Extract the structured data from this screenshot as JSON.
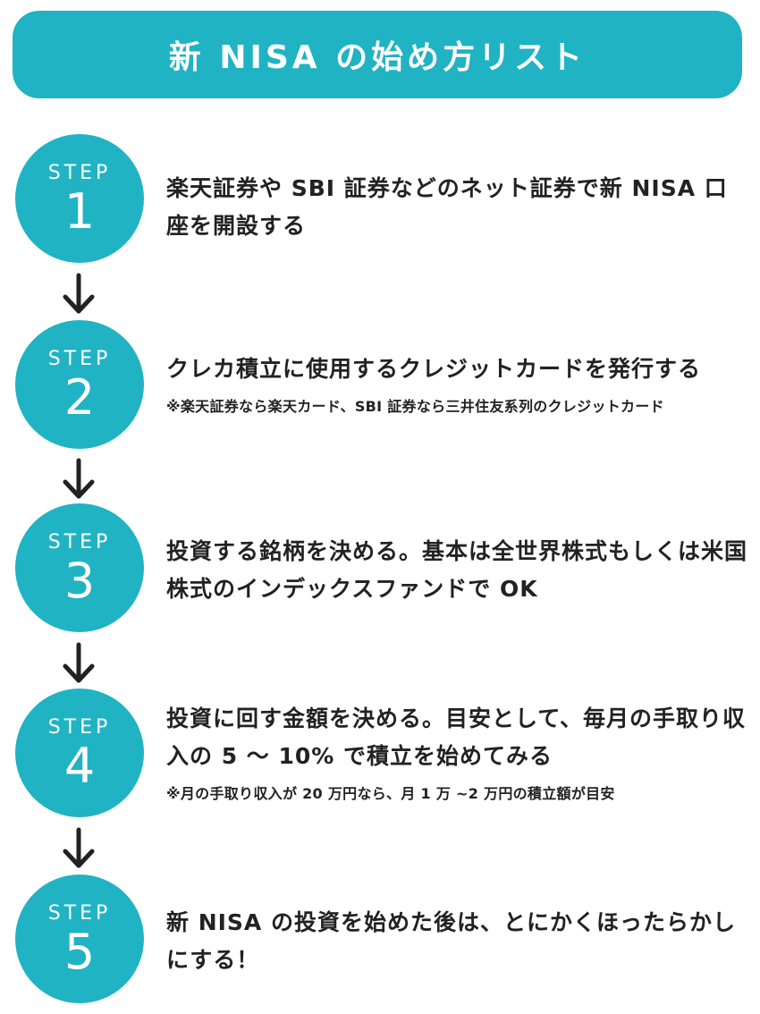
{
  "header": {
    "title": "新 NISA の始め方リスト"
  },
  "colors": {
    "accent": "#20b3c3",
    "text": "#222222",
    "arrow": "#222222"
  },
  "steps": [
    {
      "label": "STEP",
      "number": "1",
      "text": "楽天証券や SBI 証券などのネット証券で新 NISA 口座を開設する",
      "note": ""
    },
    {
      "label": "STEP",
      "number": "2",
      "text": "クレカ積立に使用するクレジットカードを発行する",
      "note": "※楽天証券なら楽天カード、SBI 証券なら三井住友系列のクレジットカード"
    },
    {
      "label": "STEP",
      "number": "3",
      "text": "投資する銘柄を決める。基本は全世界株式もしくは米国株式のインデックスファンドで OK",
      "note": ""
    },
    {
      "label": "STEP",
      "number": "4",
      "text": "投資に回す金額を決める。目安として、毎月の手取り収入の 5 〜 10% で積立を始めてみる",
      "note": "※月の手取り収入が 20 万円なら、月 1 万 ~2 万円の積立額が目安"
    },
    {
      "label": "STEP",
      "number": "5",
      "text": "新 NISA の投資を始めた後は、とにかくほったらかしにする！",
      "note": ""
    }
  ]
}
